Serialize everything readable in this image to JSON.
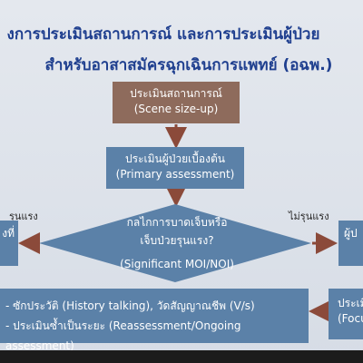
{
  "title_line1": "งการประเมินสถานการณ์  และการประเมินผู้ป่วย",
  "title_line2": "สำหรับอาสาสมัครฉุกเฉินการแพทย์ (อฉพ.)",
  "scene": {
    "line1": "ประเมินสถานการณ์",
    "line2": "(Scene size-up)"
  },
  "primary": {
    "line1": "ประเมินผู้ป่วยเบื้องต้น",
    "line2": "(Primary assessment)"
  },
  "decision": {
    "line1": "กลไกการบาดเจ็บหรือ",
    "line2": "เจ็บป่วยรุนแรง?",
    "line3": "(Significant MOI/NOI)"
  },
  "label_left": "รุนแรง",
  "label_right": "ไม่รุนแรง",
  "left_box_text": "งที่",
  "right_box_text": "ผู้ป",
  "history": {
    "line1": "- ซักประวัติ (History talking), วัดสัญญาณชีพ (V/s)",
    "line2": "- ประเมินซ้ำเป็นระยะ (Reassessment/Ongoing assessment)"
  },
  "focused": {
    "line1": "ประเมิ",
    "line2": "(Focus"
  },
  "colors": {
    "title": "#1f3f8f",
    "scene_box": "#8e6b5c",
    "blue_box": "#5b81a8",
    "arrow": "#8b4a3a",
    "background": "#e0e5ec"
  }
}
